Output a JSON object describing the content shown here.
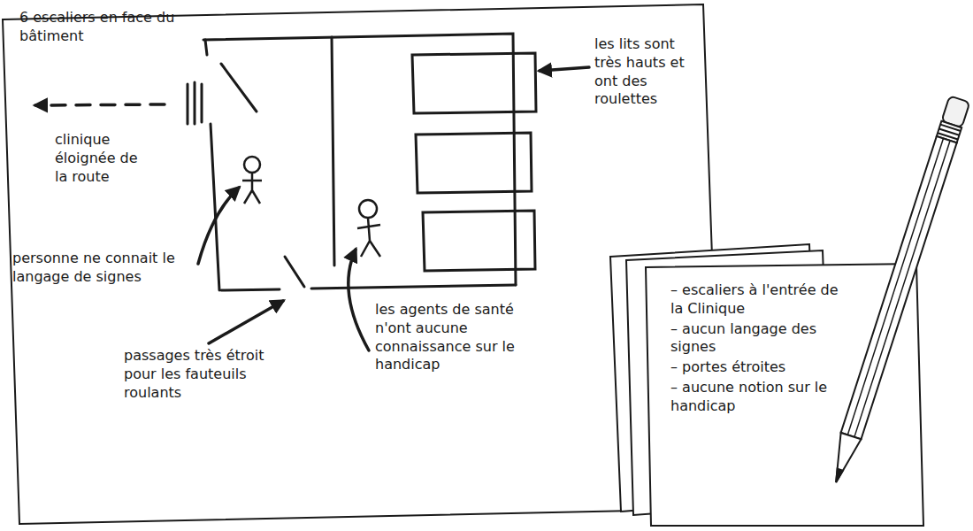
{
  "diagram": {
    "nodes": [
      {
        "text": [
          "– escaliers à l'entrée de la Clinique",
          "– aucun langage des signes",
          "– portes étroites",
          "– aucune notion sur le handicap"
        ]
      }
    ],
    "labels": [
      "6 escaliers en face du bâtiment",
      "clinique éloignée de la route",
      "personne ne connait le langage de signes",
      "passages très étroit pour les fauteuils roulants",
      "les agents de santé n'ont aucune connaissance sur le handicap",
      "les lits sont très hauts et ont des roulettes"
    ]
  }
}
